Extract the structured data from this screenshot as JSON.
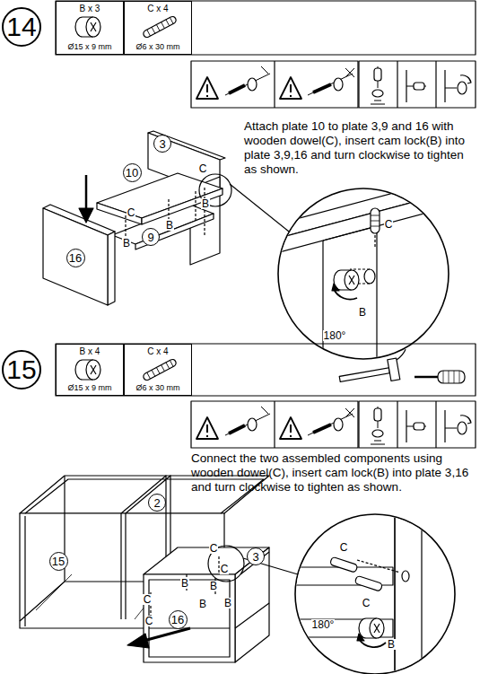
{
  "diagram": {
    "nodes": [
      {
        "text": [
          "14"
        ]
      },
      {
        "text": [
          "B x 3",
          "Ø15 x 9 mm"
        ]
      },
      {
        "text": [
          "C x 4",
          "Ø6 x 30 mm"
        ]
      },
      {
        "text": [
          "3"
        ]
      },
      {
        "text": [
          "10"
        ]
      },
      {
        "text": [
          "9"
        ]
      },
      {
        "text": [
          "16"
        ]
      },
      {
        "text": [
          "15"
        ]
      },
      {
        "text": [
          "B x 4",
          "Ø15 x 9 mm"
        ]
      },
      {
        "text": [
          "C x 4",
          "Ø6 x 30 mm"
        ]
      },
      {
        "text": [
          "2"
        ]
      },
      {
        "text": [
          "15"
        ]
      },
      {
        "text": [
          "3"
        ]
      },
      {
        "text": [
          "16"
        ]
      }
    ],
    "labels": [
      "Attach plate 10 to plate 3,9 and 16 with wooden dowel(C), insert cam lock(B) into plate 3,9,16 and turn clockwise to tighten as shown.",
      "C",
      "C",
      "B",
      "B",
      "B",
      "C",
      "B",
      "180°",
      "Connect the two assembled components using wooden dowel(C), insert cam lock(B) into plate 3,16 and turn clockwise to tighten as shown.",
      "C",
      "C",
      "C",
      "C",
      "B",
      "B",
      "B",
      "B",
      "C",
      "C",
      "B",
      "180°"
    ]
  }
}
